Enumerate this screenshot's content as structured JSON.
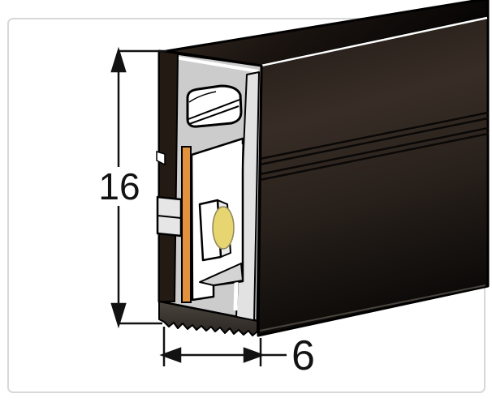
{
  "figure": {
    "title": "LED neon flex strip profile cross-section diagram",
    "dimensions": {
      "height_label": "16",
      "width_label": "6"
    },
    "colors": {
      "frame_border": "#d8d8d8",
      "background": "#ffffff",
      "cut_face_gray": "#cccccc",
      "front_wall_gray": "#e2e2e2",
      "wall_dark": "#241a14",
      "pcb_orange": "#e2913e",
      "led_yellow": "#e6d571",
      "package_white": "#ffffff",
      "cavity_white": "#ffffff",
      "dimension_ink": "#121212"
    }
  }
}
